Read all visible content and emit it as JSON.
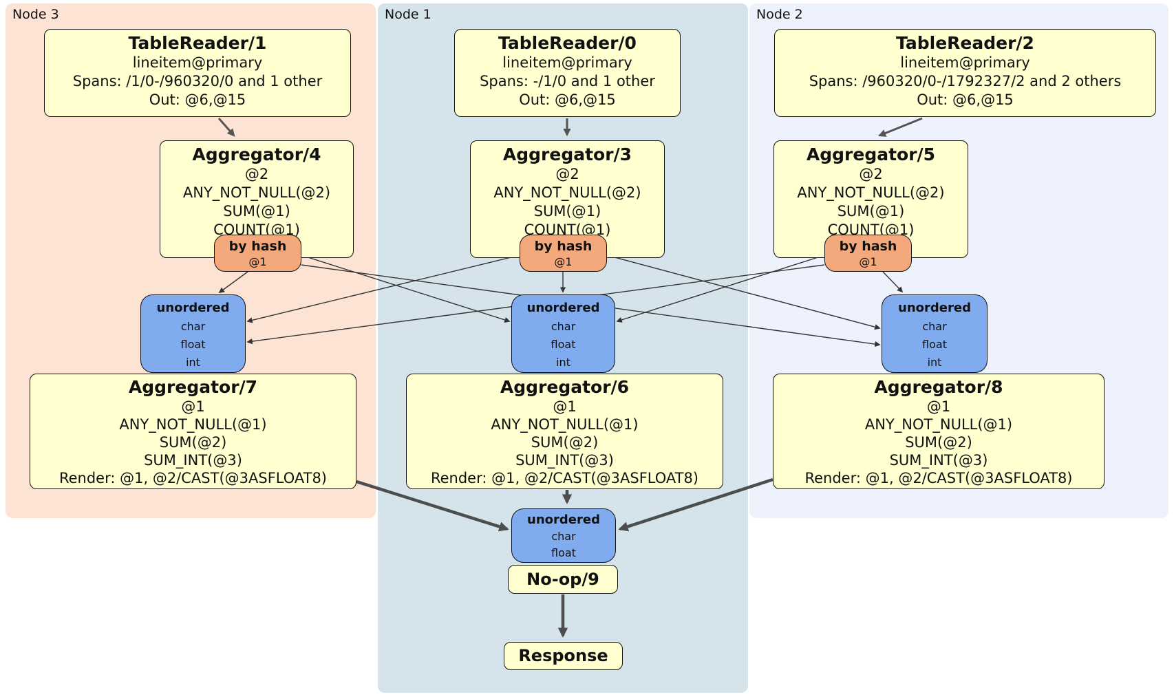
{
  "nodes": [
    {
      "label": "Node 3",
      "table_reader": {
        "title": "TableReader/1",
        "lines": [
          "lineitem@primary",
          "Spans: /1/0-/960320/0 and 1 other",
          "Out: @6,@15"
        ]
      },
      "aggregator_top": {
        "title": "Aggregator/4",
        "lines": [
          "@2",
          "ANY_NOT_NULL(@2)",
          "SUM(@1)",
          "COUNT(@1)"
        ]
      },
      "router": {
        "title": "by hash",
        "lines": [
          "@1"
        ]
      },
      "sync": {
        "title": "unordered",
        "lines": [
          "char",
          "float",
          "int"
        ]
      },
      "aggregator_bottom": {
        "title": "Aggregator/7",
        "lines": [
          "@1",
          "ANY_NOT_NULL(@1)",
          "SUM(@2)",
          "SUM_INT(@3)",
          "Render: @1, @2/CAST(@3ASFLOAT8)"
        ]
      }
    },
    {
      "label": "Node 1",
      "table_reader": {
        "title": "TableReader/0",
        "lines": [
          "lineitem@primary",
          "Spans: -/1/0 and 1 other",
          "Out: @6,@15"
        ]
      },
      "aggregator_top": {
        "title": "Aggregator/3",
        "lines": [
          "@2",
          "ANY_NOT_NULL(@2)",
          "SUM(@1)",
          "COUNT(@1)"
        ]
      },
      "router": {
        "title": "by hash",
        "lines": [
          "@1"
        ]
      },
      "sync": {
        "title": "unordered",
        "lines": [
          "char",
          "float",
          "int"
        ]
      },
      "aggregator_bottom": {
        "title": "Aggregator/6",
        "lines": [
          "@1",
          "ANY_NOT_NULL(@1)",
          "SUM(@2)",
          "SUM_INT(@3)",
          "Render: @1, @2/CAST(@3ASFLOAT8)"
        ]
      }
    },
    {
      "label": "Node 2",
      "table_reader": {
        "title": "TableReader/2",
        "lines": [
          "lineitem@primary",
          "Spans: /960320/0-/1792327/2 and 2 others",
          "Out: @6,@15"
        ]
      },
      "aggregator_top": {
        "title": "Aggregator/5",
        "lines": [
          "@2",
          "ANY_NOT_NULL(@2)",
          "SUM(@1)",
          "COUNT(@1)"
        ]
      },
      "router": {
        "title": "by hash",
        "lines": [
          "@1"
        ]
      },
      "sync": {
        "title": "unordered",
        "lines": [
          "char",
          "float",
          "int"
        ]
      },
      "aggregator_bottom": {
        "title": "Aggregator/8",
        "lines": [
          "@1",
          "ANY_NOT_NULL(@1)",
          "SUM(@2)",
          "SUM_INT(@3)",
          "Render: @1, @2/CAST(@3ASFLOAT8)"
        ]
      }
    }
  ],
  "final": {
    "sync": {
      "title": "unordered",
      "lines": [
        "char",
        "float"
      ]
    },
    "noop_label": "No-op/9",
    "response_label": "Response"
  },
  "colors": {
    "panel_node3": "#fce3d4",
    "panel_node1": "#d5e3ea",
    "panel_node2": "#edf2fc",
    "processor_fill": "#ffffcf",
    "router_fill": "#f4a97c",
    "sync_fill": "#80abee",
    "edge_thin": "#333333",
    "edge_thick": "#4d4d4d"
  }
}
